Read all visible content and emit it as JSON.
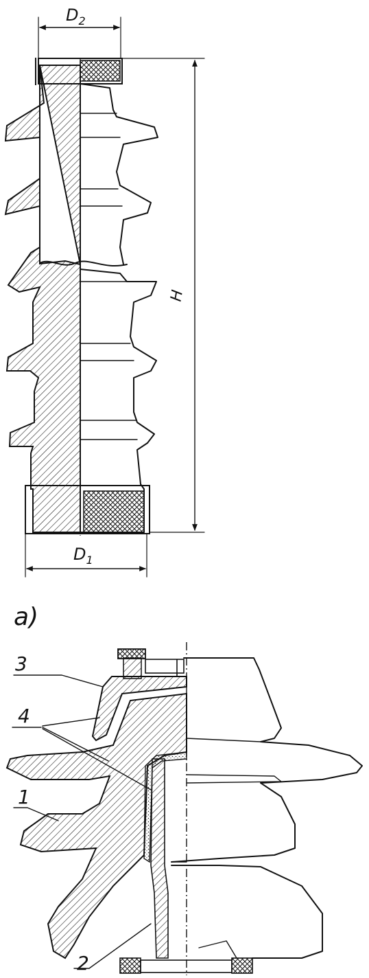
{
  "figure_a": {
    "dim_top": "D",
    "dim_top_sub": "2",
    "dim_bottom": "D",
    "dim_bottom_sub": "1",
    "dim_height": "H",
    "caption": "a)"
  },
  "figure_b": {
    "callouts": [
      "3",
      "4",
      "1",
      "2"
    ]
  },
  "colors": {
    "ink": "#111111",
    "paper": "#ffffff",
    "hatch": "#222222"
  }
}
